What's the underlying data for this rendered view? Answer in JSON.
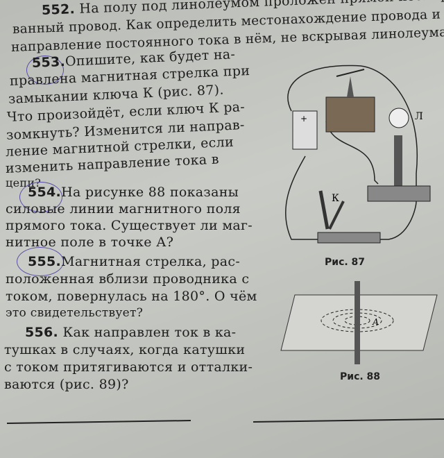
{
  "problems": [
    {
      "number": "552.",
      "lines": [
        "На полу под линолеумом проложен прямой изолиро-",
        "ванный провод. Как определить местонахождение провода и",
        "направление постоянного тока в нём, не вскрывая линолеума?"
      ]
    },
    {
      "number": "553.",
      "lines": [
        "Опишите, как будет на-",
        "правлена магнитная стрелка при",
        "замыкании ключа К (рис. 87).",
        "Что произойдёт, если ключ К ра-",
        "зомкнуть? Изменится ли направ-",
        "ление магнитной стрелки, если",
        "изменить направление тока в",
        "цепи?"
      ]
    },
    {
      "number": "554.",
      "lines": [
        "На рисунке 88 показаны",
        "силовые линии магнитного поля",
        "прямого тока. Существует ли маг-",
        "нитное поле в точке А?"
      ]
    },
    {
      "number": "555.",
      "lines": [
        "Магнитная стрелка, рас-",
        "положенная вблизи проводника с",
        "током, повернулась на 180°. О чём",
        "это свидетельствует?"
      ]
    },
    {
      "number": "556.",
      "lines": [
        "Как направлен ток в ка-",
        "тушках в случаях, когда катушки",
        "с током притягиваются и отталки-",
        "ваются (рис. 89)?"
      ]
    }
  ],
  "figures": {
    "fig87": {
      "caption": "Рис. 87",
      "label_key": "К",
      "label_lamp": "Л",
      "battery_plus": "+"
    },
    "fig88": {
      "caption": "Рис. 88",
      "label_point": "А"
    }
  }
}
